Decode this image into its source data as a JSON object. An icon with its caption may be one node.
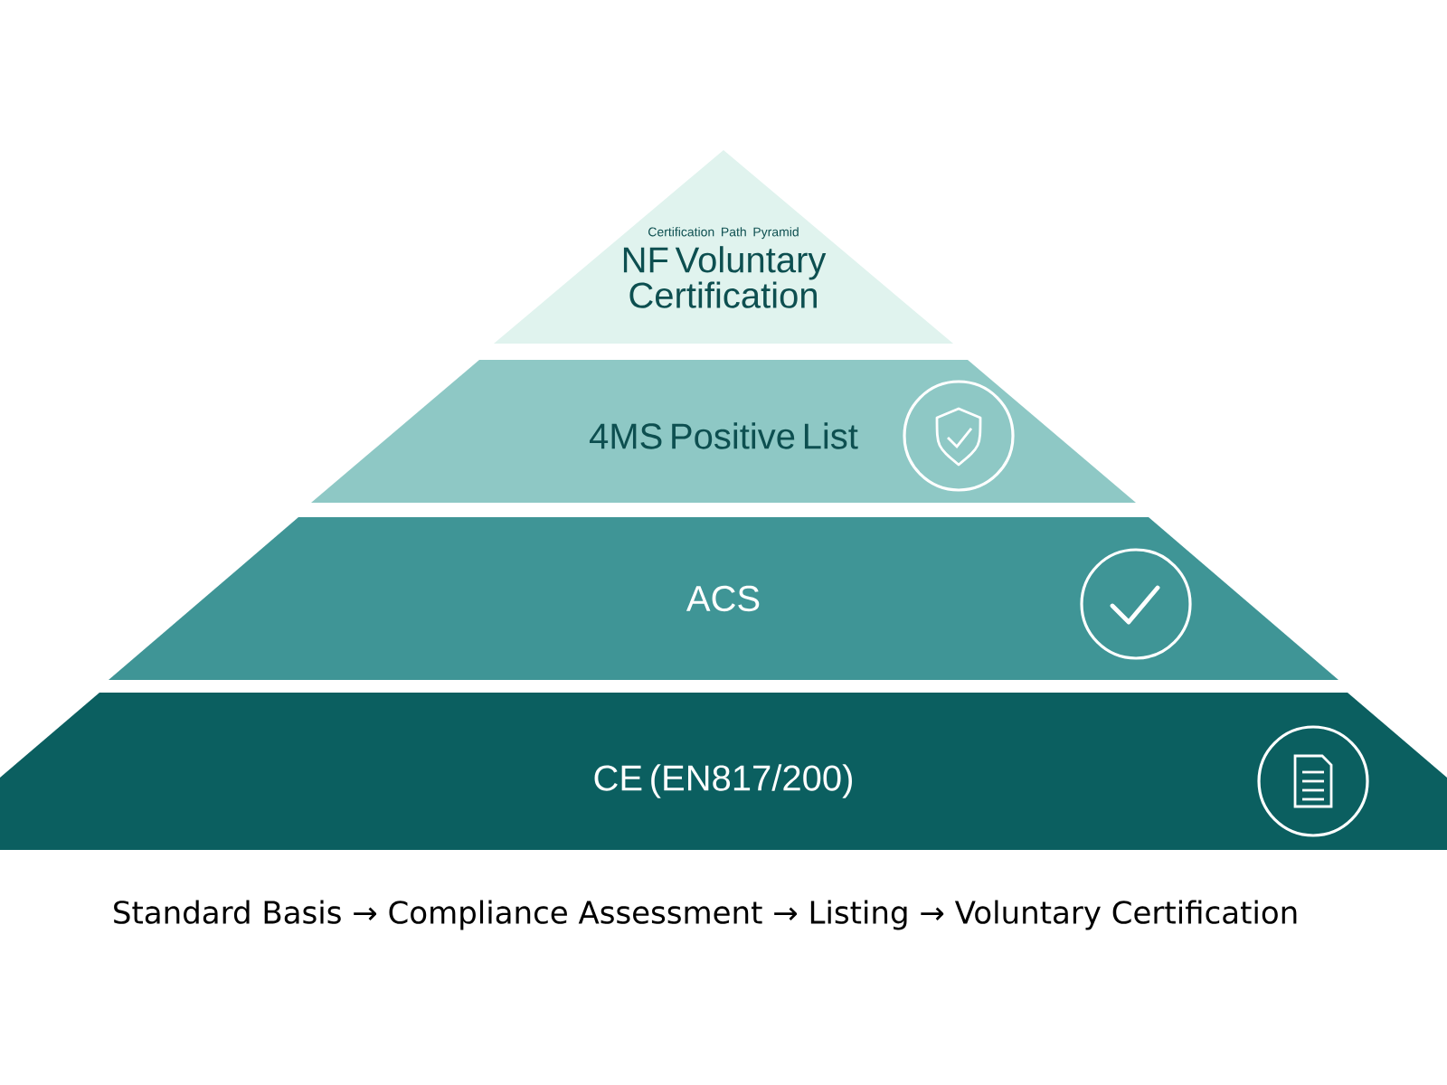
{
  "diagram": {
    "nodes": [
      {
        "text": [
          "Certification Path Pyramid",
          "NF Voluntary Certification"
        ]
      },
      {
        "text": [
          "4MS Positive List"
        ]
      },
      {
        "text": [
          "ACS"
        ]
      },
      {
        "text": [
          "CE (EN817/200)"
        ]
      }
    ],
    "labels": [
      "Standard Basis → Compliance Assessment → Listing → Voluntary Certification"
    ]
  }
}
